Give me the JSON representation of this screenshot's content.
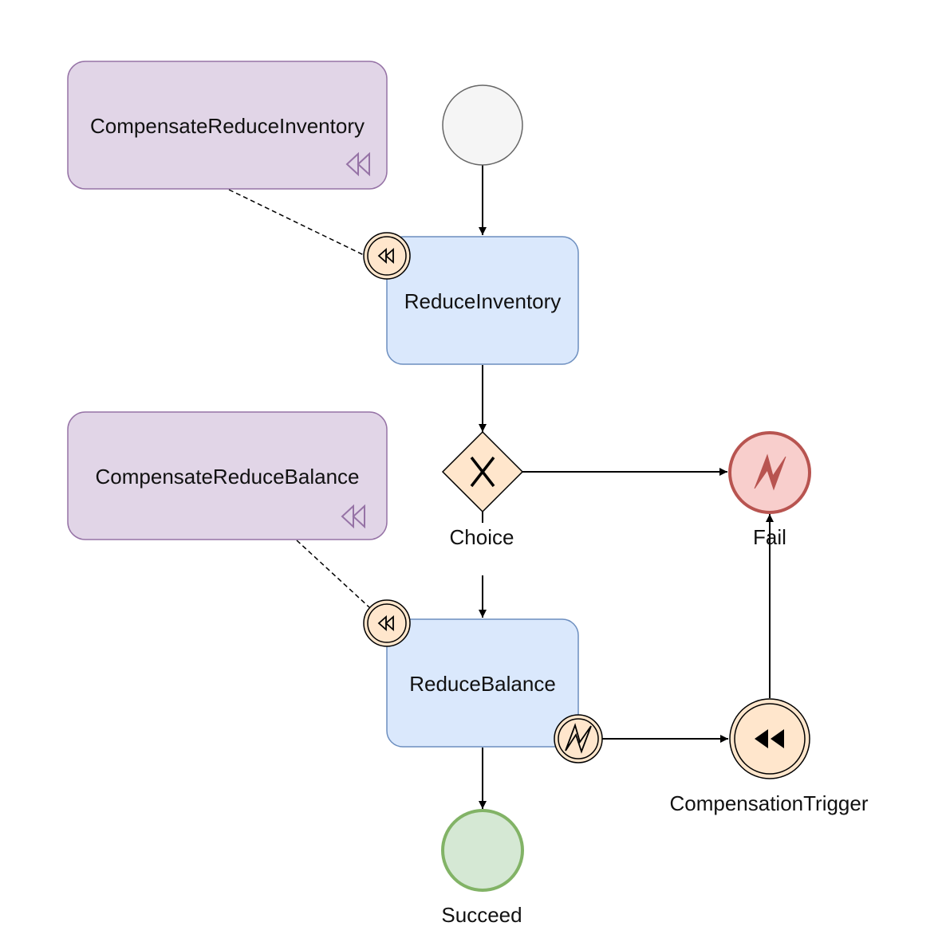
{
  "diagram": {
    "nodes": {
      "start": {
        "type": "start-event",
        "label": ""
      },
      "compensate_reduce_inventory": {
        "type": "compensation-task",
        "label": "CompensateReduceInventory"
      },
      "reduce_inventory": {
        "type": "service-task",
        "label": "ReduceInventory"
      },
      "compensate_reduce_balance": {
        "type": "compensation-task",
        "label": "CompensateReduceBalance"
      },
      "choice": {
        "type": "exclusive-gateway",
        "label": "Choice"
      },
      "fail": {
        "type": "error-end-event",
        "label": "Fail"
      },
      "reduce_balance": {
        "type": "service-task",
        "label": "ReduceBalance"
      },
      "compensation_trigger": {
        "type": "compensation-end-event",
        "label": "CompensationTrigger"
      },
      "succeed": {
        "type": "end-event",
        "label": "Succeed"
      }
    },
    "edges": [
      {
        "from": "start",
        "to": "reduce_inventory",
        "style": "sequence"
      },
      {
        "from": "reduce_inventory",
        "to": "choice",
        "style": "sequence"
      },
      {
        "from": "choice",
        "to": "fail",
        "style": "sequence"
      },
      {
        "from": "choice",
        "to": "reduce_balance",
        "style": "sequence"
      },
      {
        "from": "reduce_balance",
        "to": "succeed",
        "style": "sequence"
      },
      {
        "from": "reduce_balance_error_boundary",
        "to": "compensation_trigger",
        "style": "sequence"
      },
      {
        "from": "compensation_trigger",
        "to": "fail",
        "style": "sequence"
      },
      {
        "from": "compensate_reduce_inventory",
        "to": "reduce_inventory_compensation_boundary",
        "style": "association"
      },
      {
        "from": "compensate_reduce_balance",
        "to": "reduce_balance_compensation_boundary",
        "style": "association"
      }
    ],
    "boundary_events": [
      {
        "attached_to": "reduce_inventory",
        "type": "compensation",
        "icon": "rewind-icon"
      },
      {
        "attached_to": "reduce_balance",
        "type": "compensation",
        "icon": "rewind-icon"
      },
      {
        "attached_to": "reduce_balance",
        "type": "error",
        "icon": "lightning-icon"
      }
    ],
    "colors": {
      "task_fill": "#dae8fc",
      "task_stroke": "#6c8ebf",
      "compensation_fill": "#e1d5e7",
      "compensation_stroke": "#9673a6",
      "gateway_fill": "#ffe6cc",
      "event_fill": "#ffe6cc",
      "start_fill": "#f5f5f5",
      "start_stroke": "#666666",
      "fail_fill": "#f8cecc",
      "fail_stroke": "#b85450",
      "succeed_fill": "#d5e8d4",
      "succeed_stroke": "#82b366",
      "line": "#000000"
    }
  }
}
